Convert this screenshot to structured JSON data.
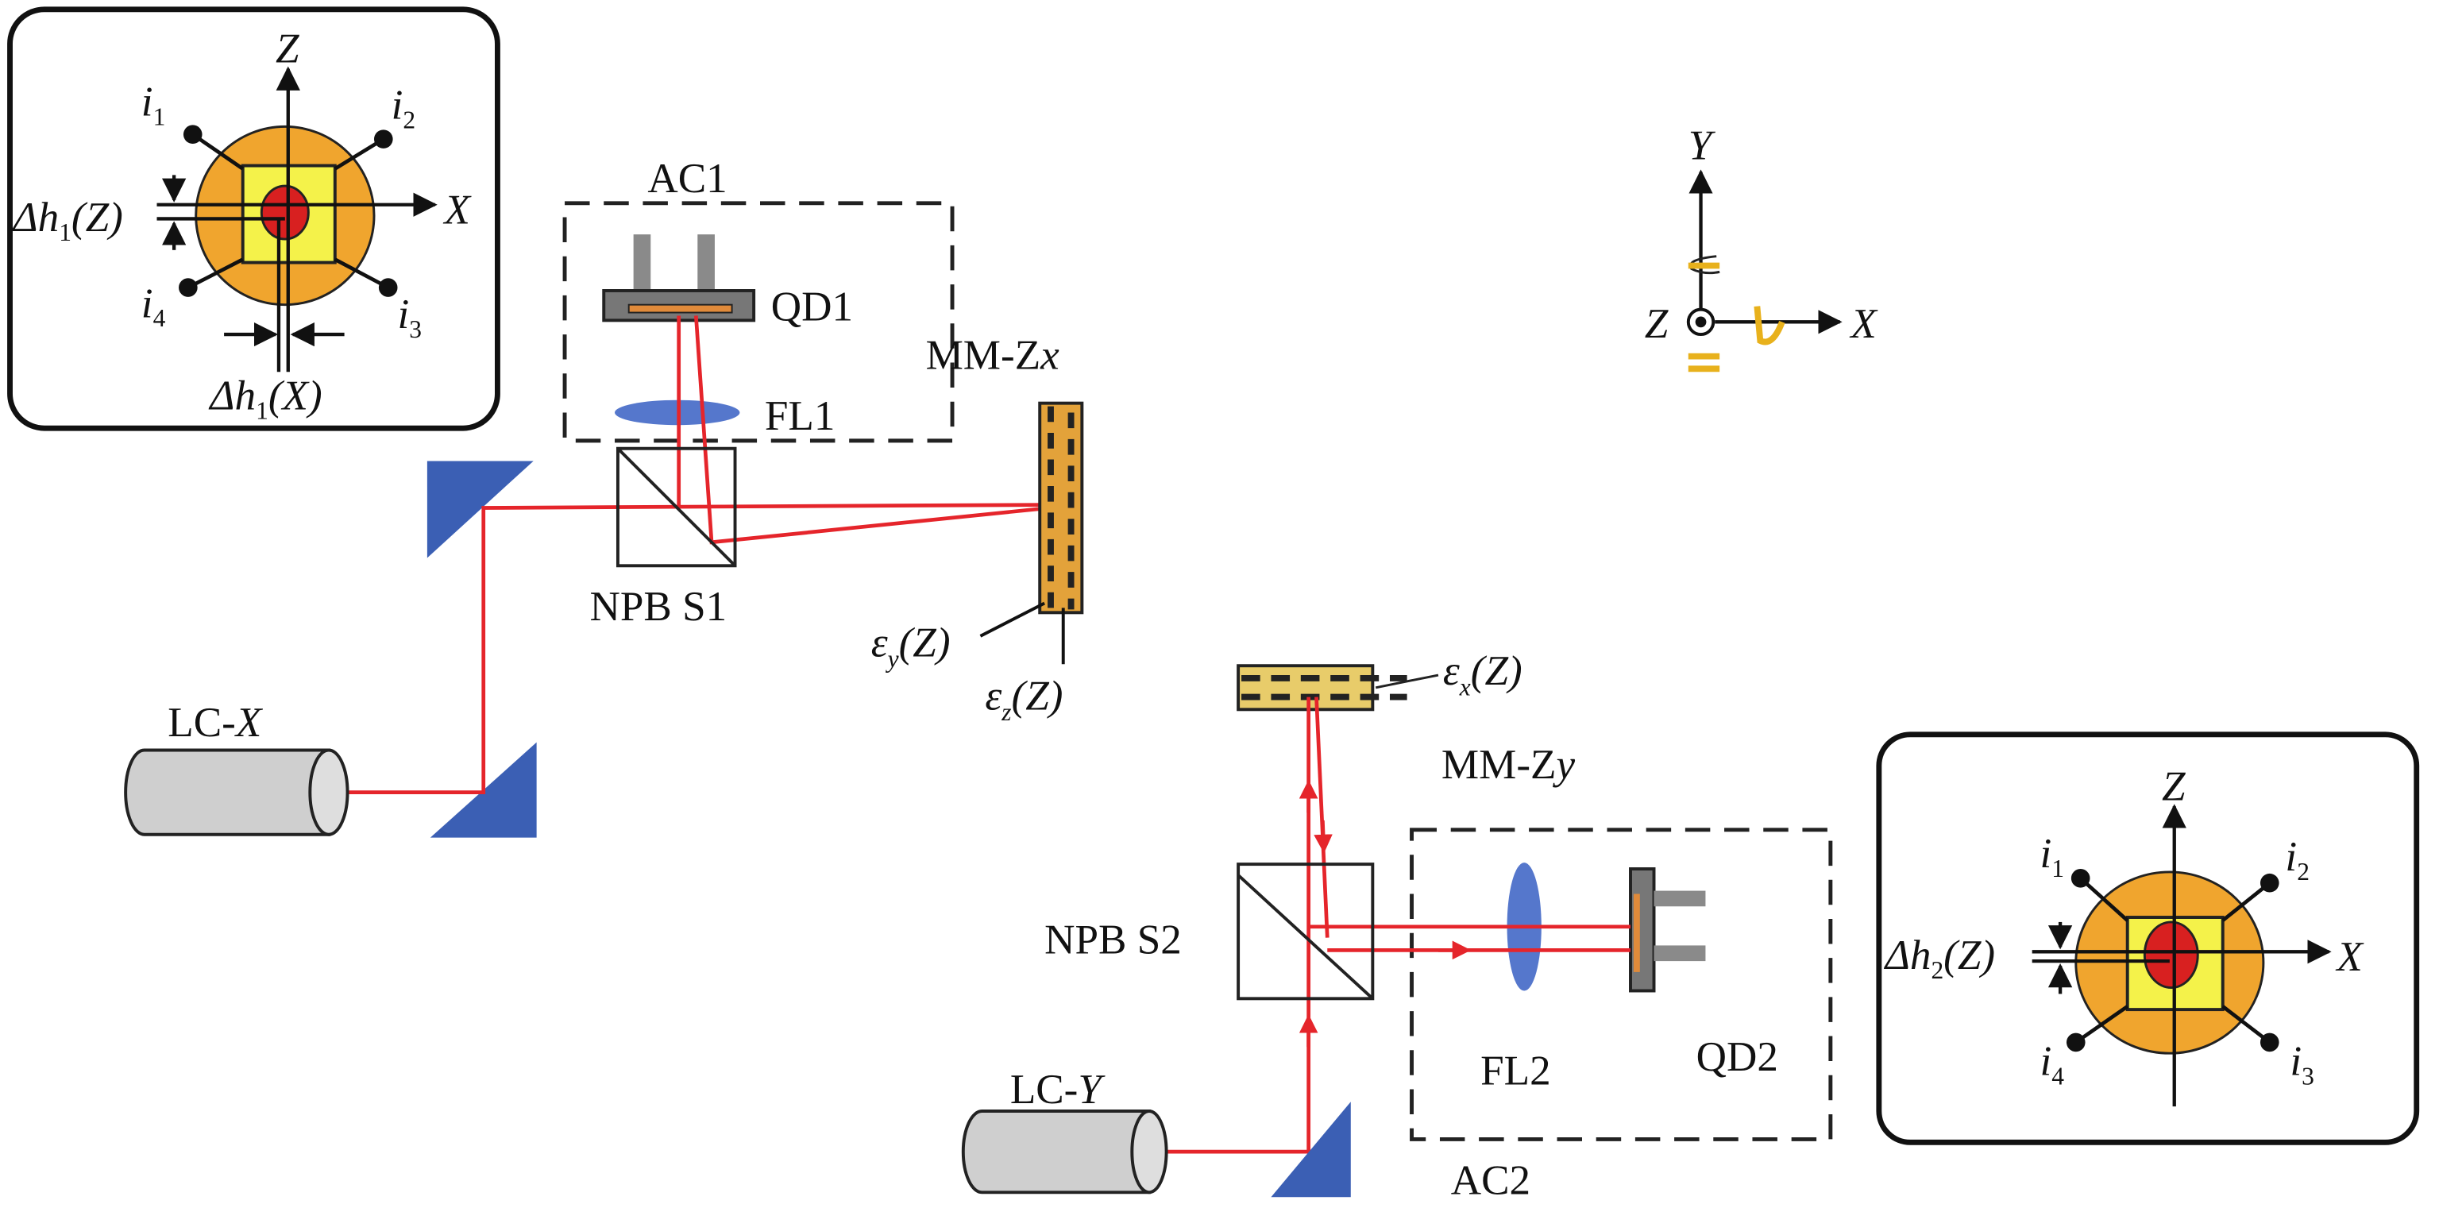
{
  "colors": {
    "beam": "#e5252b",
    "optic_blue": "#3b5fb4",
    "lens_blue": "#5577cc",
    "detector_orange": "#f0a52e",
    "detector_yellow": "#f4f24a",
    "spot_red": "#d82020",
    "qd_gray": "#8a8a8a"
  },
  "inset1": {
    "axis_z": "Z",
    "axis_x": "X",
    "i1": {
      "base": "i",
      "sub": "1"
    },
    "i2": {
      "base": "i",
      "sub": "2"
    },
    "i3": {
      "base": "i",
      "sub": "3"
    },
    "i4": {
      "base": "i",
      "sub": "4"
    },
    "dz": {
      "base": "Δh",
      "sub": "1",
      "arg": "(Z)"
    },
    "dx": {
      "base": "Δh",
      "sub": "1",
      "arg": "(X)"
    }
  },
  "inset2": {
    "axis_z": "Z",
    "axis_x": "X",
    "i1": {
      "base": "i",
      "sub": "1"
    },
    "i2": {
      "base": "i",
      "sub": "2"
    },
    "i3": {
      "base": "i",
      "sub": "3"
    },
    "i4": {
      "base": "i",
      "sub": "4"
    },
    "dz": {
      "base": "Δh",
      "sub": "2",
      "arg": "(Z)"
    }
  },
  "labels": {
    "ac1": "AC1",
    "qd1": "QD1",
    "fl1": "FL1",
    "npbs1": "NPB S1",
    "mm_zx": {
      "base": "MM-Z",
      "ital": "x"
    },
    "lc_x": {
      "base": "LC-",
      "ital": "X"
    },
    "eps_y": {
      "base": "ε",
      "sub": "y",
      "arg": "(Z)"
    },
    "eps_z": {
      "base": "ε",
      "sub": "z",
      "arg": "(Z)"
    },
    "eps_x": {
      "base": "ε",
      "sub": "x",
      "arg": "(Z)"
    },
    "mm_zy": {
      "base": "MM-Z",
      "ital": "y"
    },
    "npbs2": "NPB S2",
    "fl2": "FL2",
    "qd2": "QD2",
    "ac2": "AC2",
    "lc_y": {
      "base": "LC-",
      "ital": "Y"
    }
  },
  "coord_frame": {
    "y": "Y",
    "z": "Z",
    "x": "X",
    "icon": "rotation-arrows-icon"
  }
}
